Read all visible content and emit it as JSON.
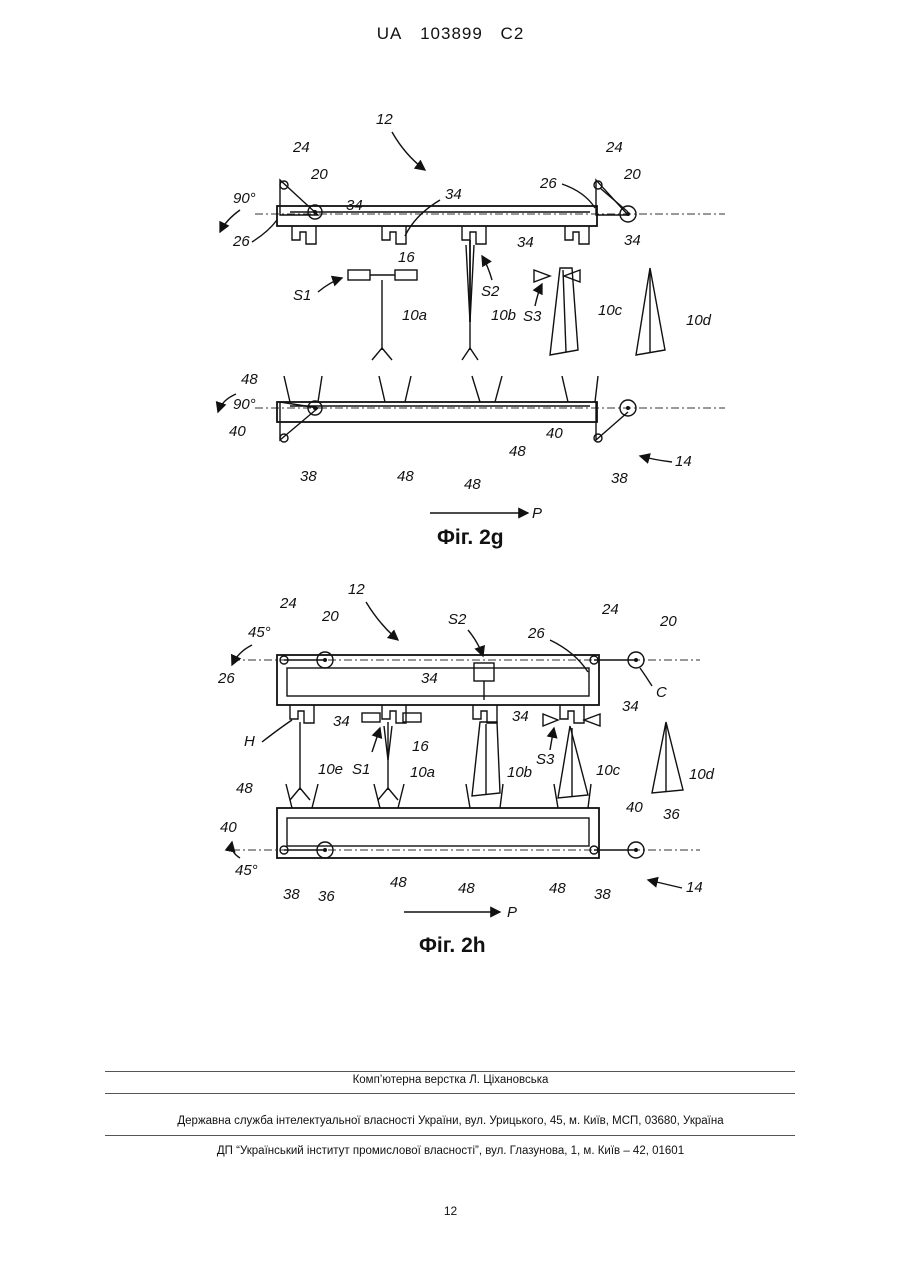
{
  "header": {
    "country": "UA",
    "number": "103899",
    "kind": "C2"
  },
  "figures": [
    {
      "caption": "Фіг. 2g",
      "labels": {
        "ref_12": "12",
        "ref_24_left": "24",
        "ref_20_left": "20",
        "angle_top": "90°",
        "ref_34_a": "34",
        "ref_34_b": "34",
        "ref_26_left": "26",
        "ref_26_right": "26",
        "ref_24_right": "24",
        "ref_20_right": "20",
        "ref_34_c": "34",
        "ref_34_d": "34",
        "ref_16": "16",
        "s1": "S1",
        "s2": "S2",
        "s3": "S3",
        "ref_10a": "10a",
        "ref_10b": "10b",
        "ref_10c": "10c",
        "ref_10d": "10d",
        "ref_48_left": "48",
        "angle_bottom": "90°",
        "ref_40_left": "40",
        "ref_38_left": "38",
        "ref_48_a": "48",
        "ref_48_b": "48",
        "ref_48_c": "48",
        "ref_40_right": "40",
        "ref_38_right": "38",
        "ref_14": "14",
        "arrow_p": "P"
      }
    },
    {
      "caption": "Фіг. 2h",
      "labels": {
        "ref_12": "12",
        "ref_24_left": "24",
        "ref_20_left": "20",
        "angle_top": "45°",
        "ref_26_left": "26",
        "s2": "S2",
        "ref_26_right": "26",
        "ref_24_right": "24",
        "ref_20_right": "20",
        "ref_c": "C",
        "ref_34_a": "34",
        "ref_34_b": "34",
        "ref_34_c": "34",
        "ref_34_d": "34",
        "ref_h": "H",
        "ref_16": "16",
        "s1": "S1",
        "s3": "S3",
        "ref_10e": "10e",
        "ref_10a": "10a",
        "ref_10b": "10b",
        "ref_10c": "10c",
        "ref_10d": "10d",
        "ref_48_left": "48",
        "ref_40_left": "40",
        "ref_40_right": "40",
        "ref_36_right": "36",
        "angle_bottom": "45°",
        "ref_38_left": "38",
        "ref_36_left": "36",
        "ref_48_a": "48",
        "ref_48_b": "48",
        "ref_48_c": "48",
        "ref_38_right": "38",
        "ref_14": "14",
        "arrow_p": "P"
      }
    }
  ],
  "footer": {
    "layout": "Комп’ютерна верстка Л. Ціхановська",
    "office": "Державна служба інтелектуальної власності України, вул. Урицького, 45, м. Київ, МСП, 03680, Україна",
    "institute": "ДП “Український інститут промислової власності”, вул. Глазунова, 1, м. Київ – 42, 01601"
  },
  "page_number": "12"
}
